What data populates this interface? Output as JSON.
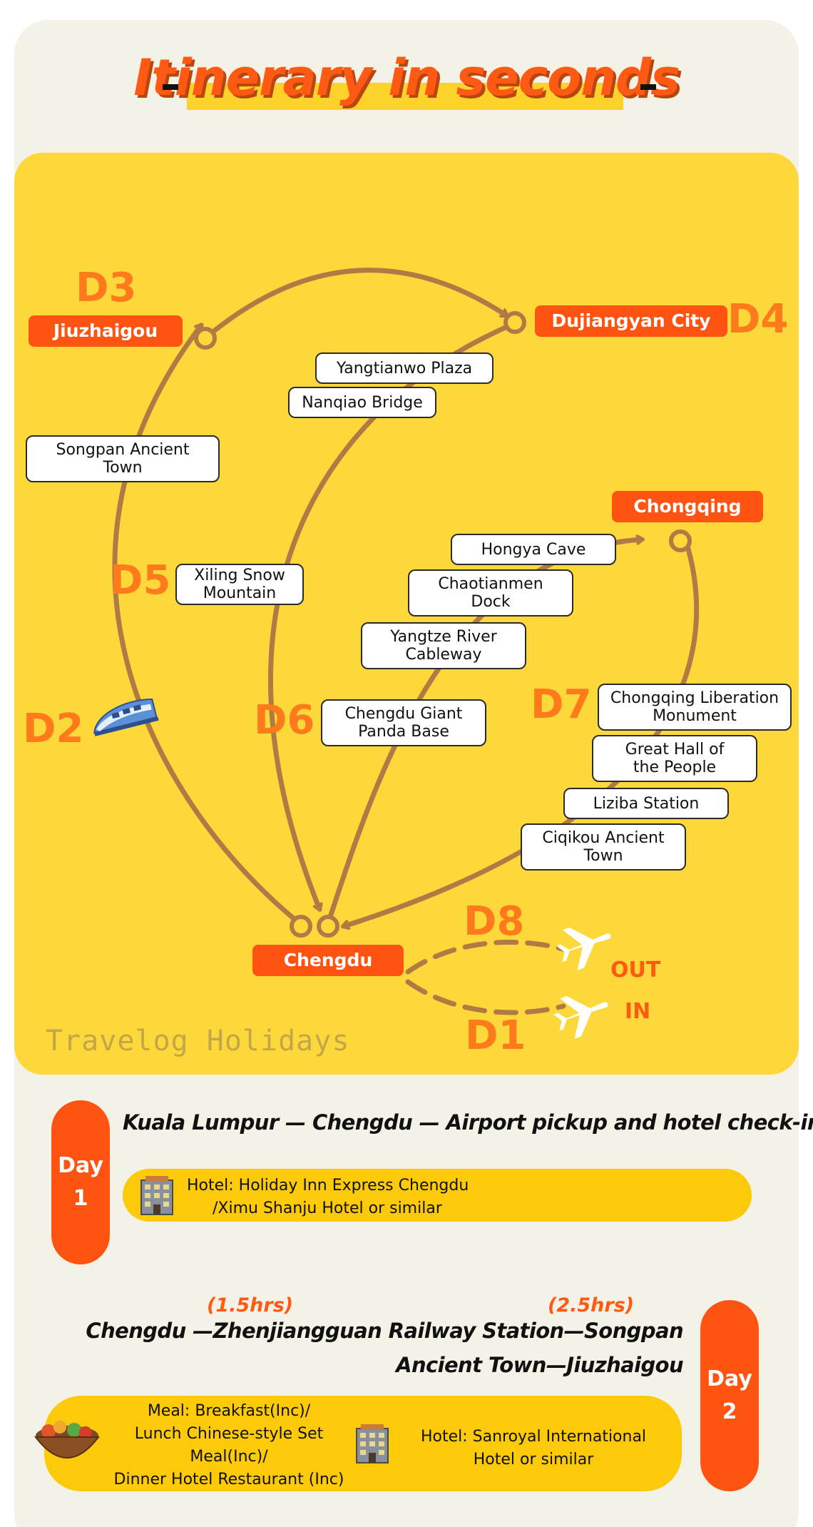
{
  "header": {
    "title": "Itinerary in seconds"
  },
  "map": {
    "days": {
      "d1": "D1",
      "d2": "D2",
      "d3": "D3",
      "d4": "D4",
      "d5": "D5",
      "d6": "D6",
      "d7": "D7",
      "d8": "D8"
    },
    "cities": {
      "jiuzhaigou": "Jiuzhaigou",
      "dujiangyan": "Dujiangyan City",
      "chongqing": "Chongqing",
      "chengdu": "Chengdu"
    },
    "pois": {
      "yangtianwo": "Yangtianwo Plaza",
      "nanqiao": "Nanqiao Bridge",
      "songpan": "Songpan Ancient Town",
      "xiling": "Xiling Snow Mountain",
      "hongya": "Hongya Cave",
      "chaotianmen": "Chaotianmen Dock",
      "yangtze": "Yangtze River Cableway",
      "panda": "Chengdu Giant Panda Base",
      "liberation": "Chongqing Liberation Monument",
      "greathall": "Great Hall of the People",
      "liziba": "Liziba Station",
      "ciqikou": "Ciqikou Ancient Town"
    },
    "out_label": "OUT",
    "in_label": "IN",
    "icons": {
      "train": "high-speed-train-icon",
      "plane": "airplane-icon"
    },
    "brand": "Travelog Holidays"
  },
  "day1": {
    "day_word": "Day",
    "day_num": "1",
    "route": "Kuala Lumpur — Chengdu — Airport pickup and hotel check-in",
    "hotel_line1": "Hotel: Holiday Inn Express Chengdu",
    "hotel_line2": "/Ximu Shanju Hotel or similar",
    "icon": "hotel-icon"
  },
  "day2": {
    "day_word": "Day",
    "day_num": "2",
    "duration1": "(1.5hrs)",
    "duration2": "(2.5hrs)",
    "route_line1": "Chengdu —Zhenjiangguan Railway Station—Songpan",
    "route_line2": "Ancient Town—Jiuzhaigou",
    "meal_line1": "Meal: Breakfast(Inc)/",
    "meal_line2": "Lunch Chinese-style Set",
    "meal_line3": "Meal(Inc)/",
    "meal_line4": "Dinner Hotel Restaurant (Inc)",
    "hotel_line1": "Hotel: Sanroyal International",
    "hotel_line2": "Hotel or similar",
    "icons": {
      "meal": "food-bowl-icon",
      "hotel": "hotel-icon"
    }
  },
  "colors": {
    "accent": "#ff5411",
    "panel": "#fdd83b",
    "route_line": "#b07a45",
    "background": "#f4f1e6"
  }
}
